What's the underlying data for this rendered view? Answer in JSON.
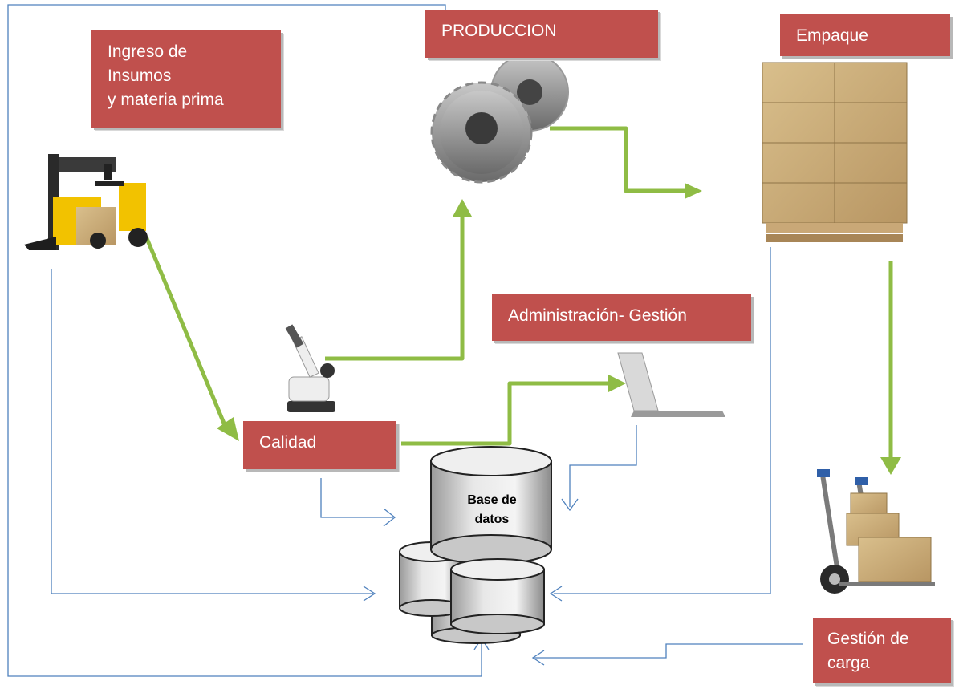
{
  "diagram": {
    "labels": {
      "ingreso": "Ingreso de\nInsumos\ny materia prima",
      "produccion": "PRODUCCION",
      "empaque": "Empaque",
      "administracion": "Administración- Gestión",
      "calidad": "Calidad",
      "gestion_carga": "Gestión de\ncarga",
      "base_datos": "Base de\ndatos"
    },
    "icons": [
      "forklift-icon",
      "gears-icon",
      "boxes-pallet-icon",
      "microscope-icon",
      "laptop-icon",
      "hand-truck-icon",
      "database-icon"
    ],
    "colors": {
      "label_fill": "#c0504d",
      "flow_arrow": "#8fbc45",
      "data_line": "#4f81bd"
    }
  }
}
